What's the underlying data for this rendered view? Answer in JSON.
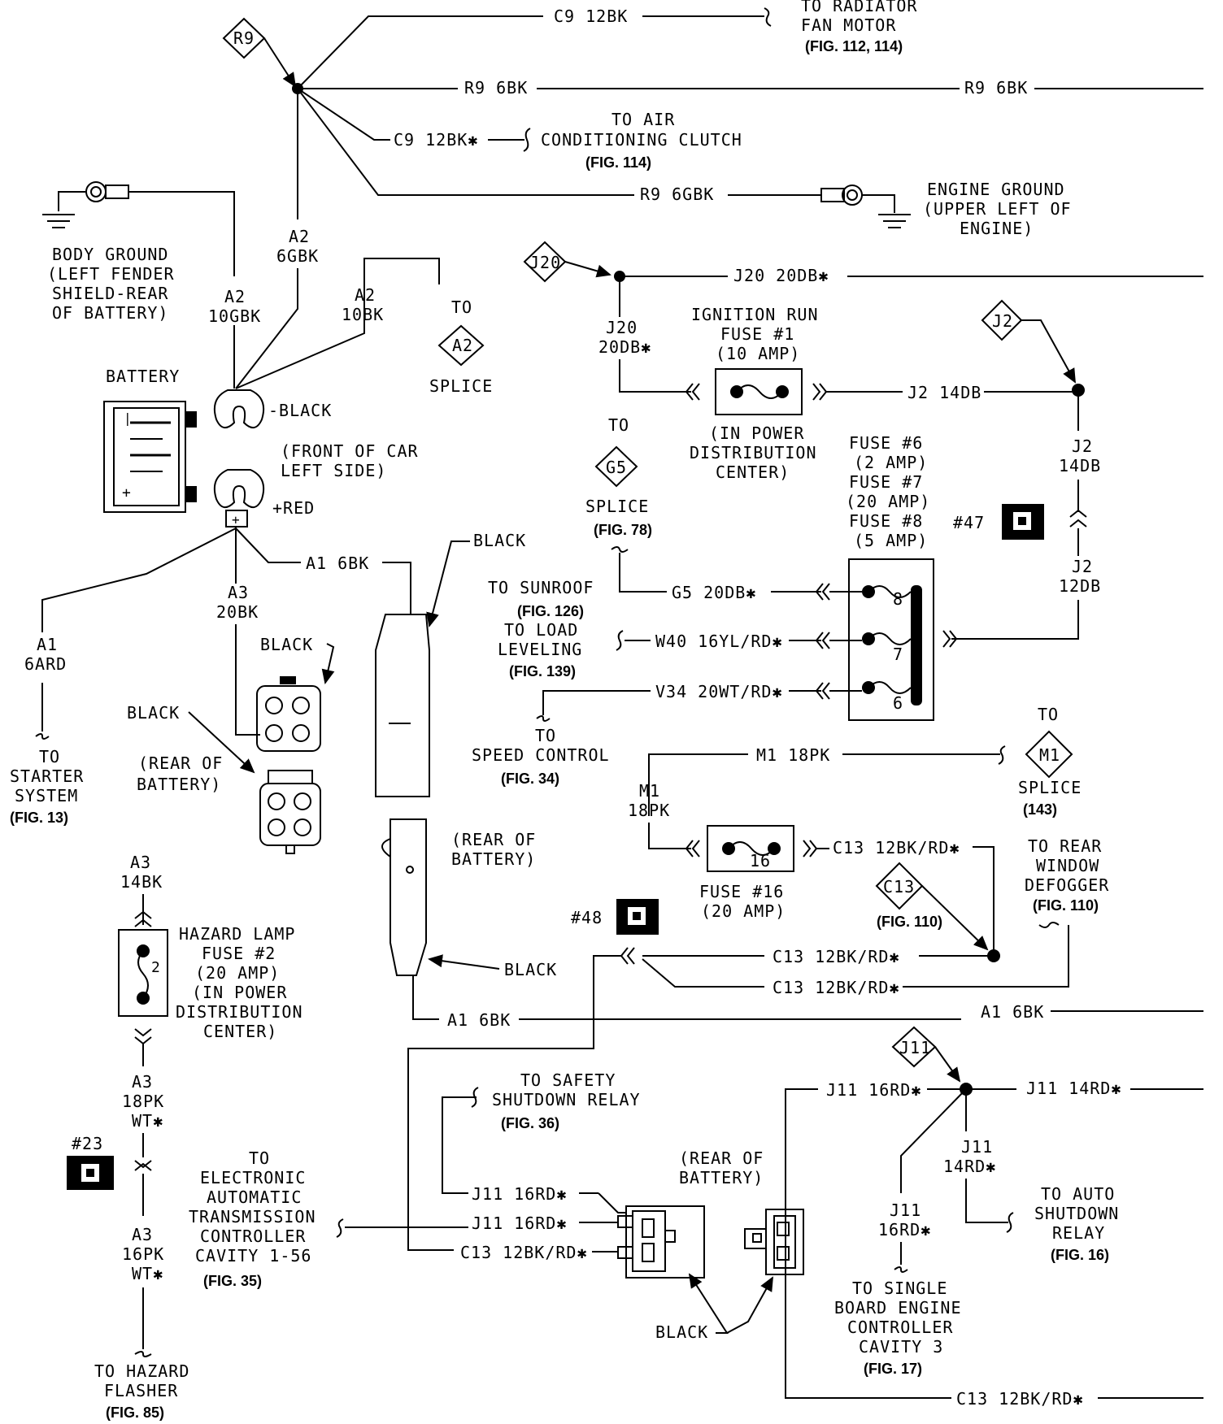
{
  "labels": {
    "rad1": "TO RADIATOR",
    "rad2": "FAN MOTOR",
    "rad3": "(FIG. 112, 114)",
    "c9top": "C9 12BK",
    "r9a": "R9 6BK",
    "r9b": "R9 6BK",
    "c9ac": "C9 12BK✱",
    "ac1": "TO AIR",
    "ac2": "CONDITIONING CLUTCH",
    "ac3": "(FIG. 114)",
    "r9g": "R9 6GBK",
    "eg1": "ENGINE GROUND",
    "eg2": "(UPPER LEFT OF",
    "eg3": "ENGINE)",
    "bg1": "BODY GROUND",
    "bg2": "(LEFT FENDER",
    "bg3": "SHIELD-REAR",
    "bg4": "OF BATTERY)",
    "a2a1": "A2",
    "a2a2": "10GBK",
    "a2b1": "A2",
    "a2b2": "6GBK",
    "a2c1": "A2",
    "a2c2": "10BK",
    "to1": "TO",
    "splA2": "SPLICE",
    "battery": "BATTERY",
    "black1": "-BLACK",
    "front1": "(FRONT OF CAR",
    "front2": "LEFT SIDE)",
    "red": "+RED",
    "j20top": "J20 20DB✱",
    "j20v1": "J20",
    "j20v2": "20DB✱",
    "ign1": "IGNITION RUN",
    "ign2": "FUSE #1",
    "ign3": "(10 AMP)",
    "pdc1": "(IN POWER",
    "pdc2": "DISTRIBUTION",
    "pdc3": "CENTER)",
    "j2h": "J2 14DB",
    "j2v1": "J2",
    "j2v2": "14DB",
    "j2v3": "J2",
    "j2v4": "12DB",
    "fz1": "FUSE #6",
    "fz2": "(2 AMP)",
    "fz3": "FUSE #7",
    "fz4": "(20 AMP)",
    "fz5": "FUSE #8",
    "fz6": "(5 AMP)",
    "c47": "#47",
    "c48": "#48",
    "c23": "#23",
    "toG5": "TO",
    "splG5": "SPLICE",
    "figG5": "(FIG. 78)",
    "g5w": "G5 20DB✱",
    "w40": "W40 16YL/RD✱",
    "v34": "V34 20WT/RD✱",
    "sun1": "TO SUNROOF",
    "sun2": "(FIG. 126)",
    "sun3": "TO LOAD",
    "sun4": "LEVELING",
    "sun5": "(FIG. 139)",
    "spd1": "TO",
    "spd2": "SPEED CONTROL",
    "spd3": "(FIG. 34)",
    "a1a": "A1 6BK",
    "a1b1": "A1",
    "a1b2": "6ARD",
    "a3a1": "A3",
    "a3a2": "20BK",
    "blackA": "BLACK",
    "blackB": "BLACK",
    "blackC": "BLACK",
    "blackD": "BLACK",
    "blackE": "BLACK",
    "rear1": "(REAR OF",
    "rear2": "BATTERY)",
    "rear3": "(REAR OF",
    "rear4": "BATTERY)",
    "rear5": "(REAR OF",
    "rear6": "BATTERY)",
    "st1": "TO",
    "st2": "STARTER",
    "st3": "SYSTEM",
    "st4": "(FIG. 13)",
    "a3b1": "A3",
    "a3b2": "14BK",
    "hz1": "HAZARD LAMP",
    "hz2": "FUSE #2",
    "hz3": "(20 AMP)",
    "hz4": "(IN POWER",
    "hz5": "DISTRIBUTION",
    "hz6": "CENTER)",
    "a3c1": "A3",
    "a3c2": "18PK",
    "a3c3": "WT✱",
    "a3d1": "A3",
    "a3d2": "16PK",
    "a3d3": "WT✱",
    "hf1": "TO HAZARD",
    "hf2": "FLASHER",
    "hf3": "(FIG. 85)",
    "m1h": "M1 18PK",
    "m1v1": "M1",
    "m1v2": "18PK",
    "toM1": "TO",
    "splM1": "SPLICE",
    "figM1": "(143)",
    "c13a": "C13 12BK/RD✱",
    "f16a": "FUSE #16",
    "f16b": "(20 AMP)",
    "figC13": "(FIG. 110)",
    "def1": "TO REAR",
    "def2": "WINDOW",
    "def3": "DEFOGGER",
    "def4": "(FIG. 110)",
    "c13b": "C13 12BK/RD✱",
    "c13c": "C13 12BK/RD✱",
    "a1c": "A1 6BK",
    "a1d": "A1 6BK",
    "j11a": "J11 16RD✱",
    "j11b": "J11 14RD✱",
    "j11v1": "J11",
    "j11v2": "14RD✱",
    "j11w1": "J11",
    "j11w2": "16RD✱",
    "asd1": "TO AUTO",
    "asd2": "SHUTDOWN",
    "asd3": "RELAY",
    "asd4": "(FIG. 16)",
    "ssr1": "TO SAFETY",
    "ssr2": "SHUTDOWN RELAY",
    "ssr3": "(FIG. 36)",
    "j11c": "J11 16RD✱",
    "j11d": "J11 16RD✱",
    "c13d": "C13 12BK/RD✱",
    "eat1": "TO",
    "eat2": "ELECTRONIC",
    "eat3": "AUTOMATIC",
    "eat4": "TRANSMISSION",
    "eat5": "CONTROLLER",
    "eat6": "CAVITY 1-56",
    "eat7": "(FIG. 35)",
    "sbe1": "TO SINGLE",
    "sbe2": "BOARD ENGINE",
    "sbe3": "CONTROLLER",
    "sbe4": "CAVITY 3",
    "sbe5": "(FIG. 17)",
    "c13e": "C13 12BK/RD✱",
    "dR9": "R9",
    "dJ20": "J20",
    "dJ2": "J2",
    "dA2": "A2",
    "dG5": "G5",
    "dM1": "M1",
    "dC13": "C13",
    "dJ11": "J11",
    "n8": "8",
    "n7": "7",
    "n6": "6",
    "n16": "16",
    "n2": "2"
  }
}
